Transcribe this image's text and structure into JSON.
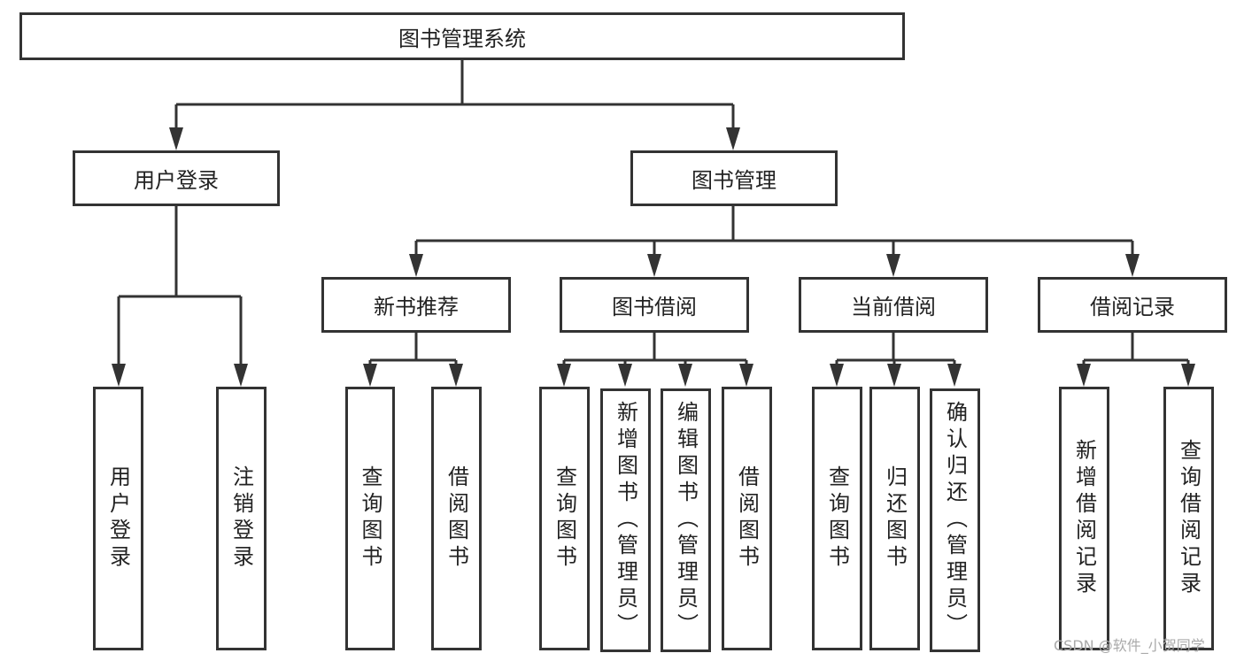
{
  "root": "图书管理系统",
  "level1": {
    "login": "用户登录",
    "manage": "图书管理"
  },
  "login_children": [
    "用户登录",
    "注销登录"
  ],
  "manage_children": {
    "new_books": {
      "label": "新书推荐",
      "children": [
        "查询图书",
        "借阅图书"
      ]
    },
    "borrow": {
      "label": "图书借阅",
      "children": [
        "查询图书",
        "新增图书（管理员）",
        "编辑图书（管理员）",
        "借阅图书"
      ]
    },
    "current": {
      "label": "当前借阅",
      "children": [
        "查询图书",
        "归还图书",
        "确认归还（管理员）"
      ]
    },
    "records": {
      "label": "借阅记录",
      "children": [
        "新增借阅记录",
        "查询借阅记录"
      ]
    }
  },
  "watermark": "CSDN @软件_小贺同学",
  "colors": {
    "stroke": "#333333",
    "background": "#ffffff"
  }
}
